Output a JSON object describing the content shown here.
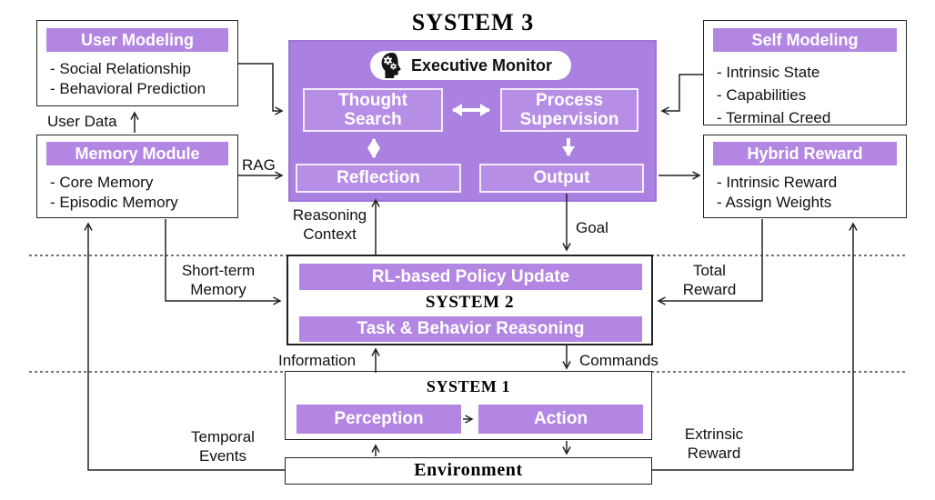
{
  "colors": {
    "panel_purple": "#aa80e0",
    "inner_purple": "#b78ee6",
    "bar_purple": "#b286e2"
  },
  "system3": {
    "title": "SYSTEM 3",
    "executive_monitor": "Executive Monitor",
    "thought_search": "Thought\nSearch",
    "process_supervision": "Process\nSupervision",
    "reflection": "Reflection",
    "output": "Output"
  },
  "user_modeling": {
    "title": "User Modeling",
    "items": [
      "- Social Relationship",
      "- Behavioral Prediction"
    ]
  },
  "memory_module": {
    "title": "Memory Module",
    "items": [
      "- Core Memory",
      "- Episodic Memory"
    ]
  },
  "self_modeling": {
    "title": "Self Modeling",
    "items": [
      "- Intrinsic State",
      "- Capabilities",
      "- Terminal Creed"
    ]
  },
  "hybrid_reward": {
    "title": "Hybrid Reward",
    "items": [
      "- Intrinsic Reward",
      "- Assign Weights"
    ]
  },
  "system2": {
    "title": "SYSTEM 2",
    "policy_update": "RL-based Policy Update",
    "task_reasoning": "Task & Behavior Reasoning"
  },
  "system1": {
    "title": "SYSTEM 1",
    "perception": "Perception",
    "action": "Action"
  },
  "environment": {
    "title": "Environment"
  },
  "labels": {
    "user_data": "User Data",
    "rag": "RAG",
    "reasoning_context": "Reasoning\nContext",
    "goal": "Goal",
    "short_term_memory": "Short-term\nMemory",
    "total_reward": "Total\nReward",
    "information": "Information",
    "commands": "Commands",
    "temporal_events": "Temporal\nEvents",
    "extrinsic_reward": "Extrinsic\nReward"
  },
  "icons": {
    "executive_monitor": "head-with-gears"
  }
}
